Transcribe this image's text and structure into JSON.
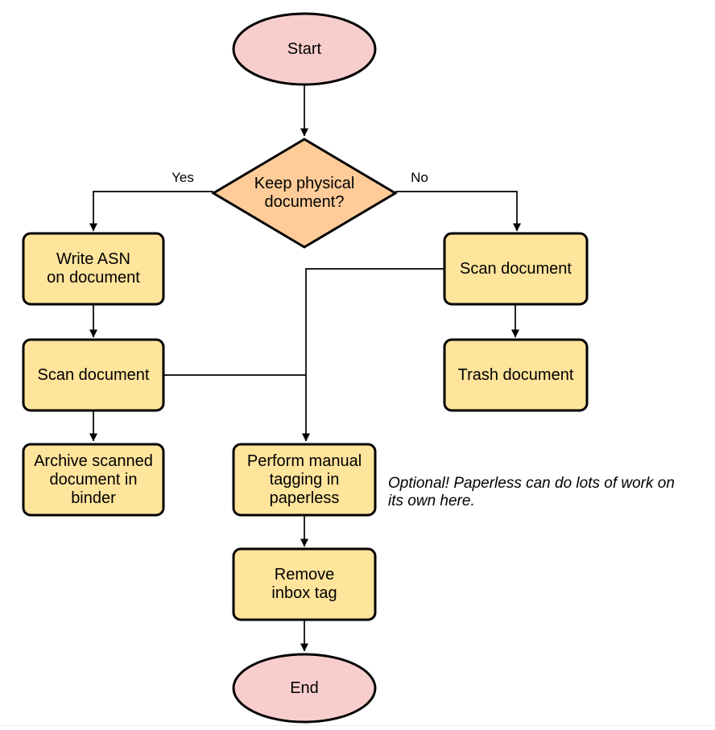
{
  "colors": {
    "terminal": "#f8cecc",
    "decision": "#ffcc99",
    "process": "#ffe49c",
    "stroke": "#000000",
    "canvas_edge": "#e8ebeb"
  },
  "nodes": {
    "start": {
      "label": "Start"
    },
    "decision": {
      "label": "Keep physical\ndocument?"
    },
    "write_asn": {
      "label": "Write ASN\non document"
    },
    "scan_left": {
      "label": "Scan document"
    },
    "archive": {
      "label": "Archive scanned\ndocument in\nbinder"
    },
    "scan_right": {
      "label": "Scan document"
    },
    "trash": {
      "label": "Trash document"
    },
    "perform_tagging": {
      "label": "Perform manual\ntagging in\npaperless"
    },
    "remove_inbox": {
      "label": "Remove\ninbox tag"
    },
    "end": {
      "label": "End"
    }
  },
  "edge_labels": {
    "yes": "Yes",
    "no": "No"
  },
  "note": "Optional! Paperless can do lots of work on\nits own here."
}
